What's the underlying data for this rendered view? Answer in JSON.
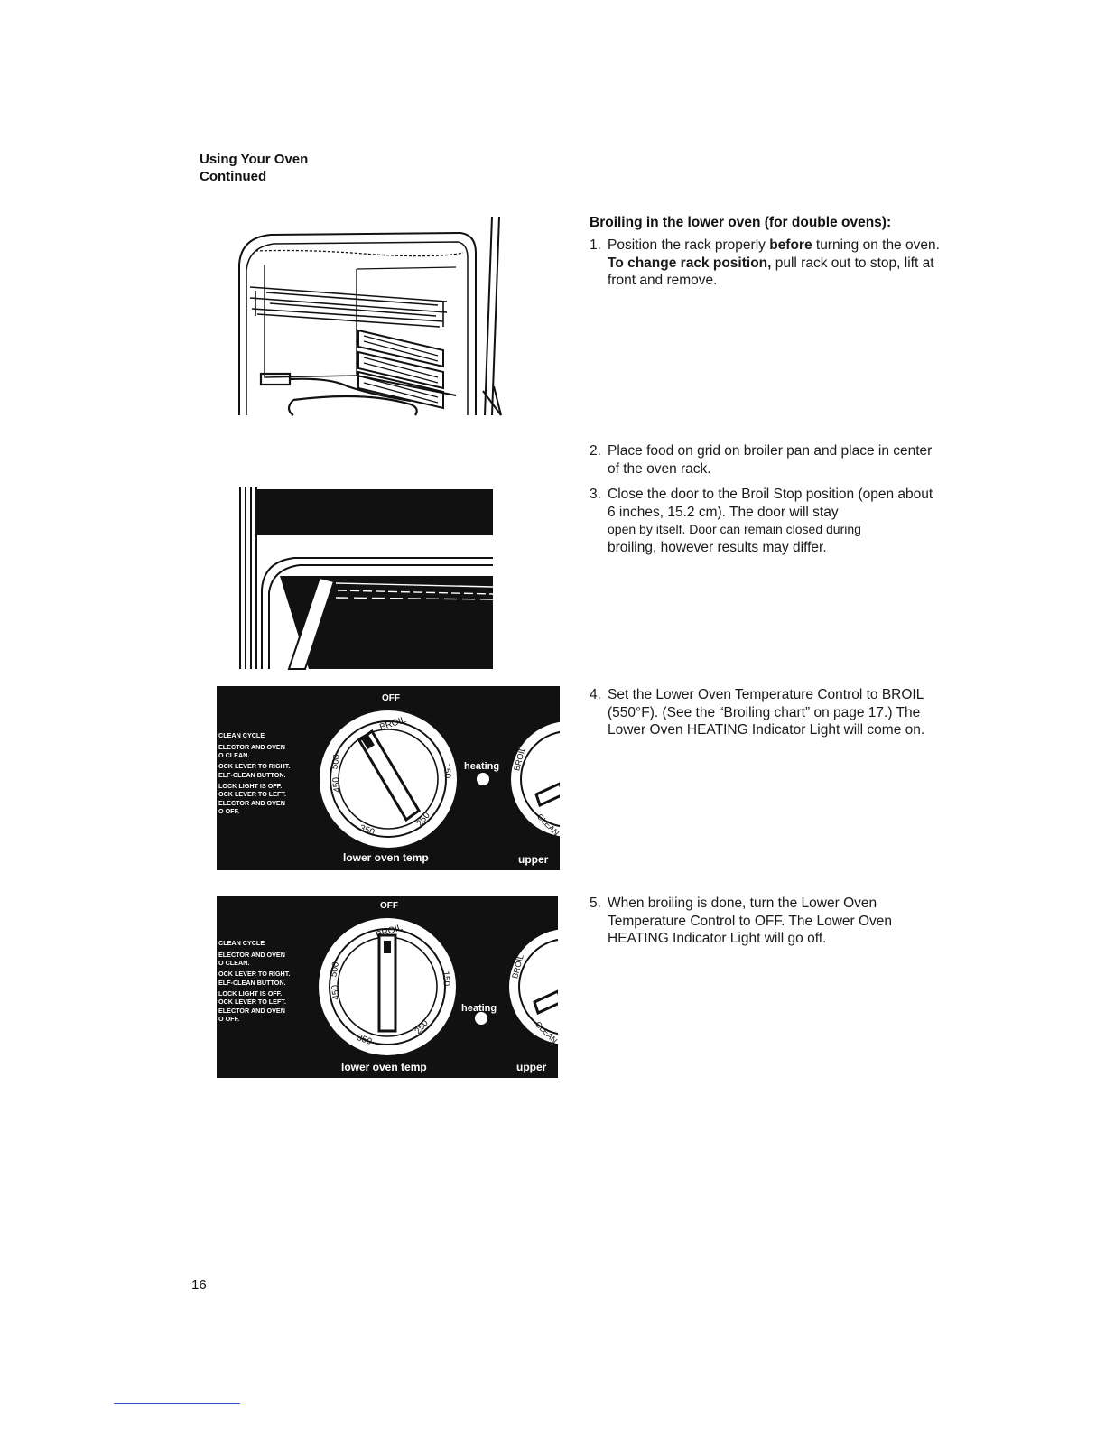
{
  "header": {
    "title_line1": "Using Your Oven",
    "title_line2": "Continued"
  },
  "section": {
    "title": "Broiling in the lower oven (for double ovens):"
  },
  "steps": [
    {
      "number": "1.",
      "text_a": "Position the rack properly ",
      "bold_a": "before",
      "text_b": " turning on the oven. ",
      "bold_b": "To change rack position,",
      "text_c": " pull rack out to stop, lift at front and remove."
    },
    {
      "number": "2.",
      "text": "Place food on grid on broiler pan and place in center of the oven rack."
    },
    {
      "number": "3.",
      "text": "Close the door to the Broil Stop position (open about 6 inches, 15.2 cm). The door will stay",
      "text_small": "open by itself. Door can remain closed during",
      "text_end": "broiling, however results may differ."
    },
    {
      "number": "4.",
      "text": "Set the Lower Oven Temperature Control to BROIL (550°F). (See the “Broiling chart” on page 17.) The Lower Oven HEATING Indicator Light will come on."
    },
    {
      "number": "5.",
      "text": "When broiling is done, turn the Lower Oven Temperature Control to OFF. The Lower Oven HEATING Indicator Light will go off."
    }
  ],
  "control_panel": {
    "off_label": "OFF",
    "heating_label": "heating",
    "lower_label": "lower oven temp",
    "upper_label": "upper",
    "dial_broil": "BROIL",
    "dial_500": "500",
    "dial_450": "450",
    "dial_350": "350",
    "dial_250": "250",
    "dial_150": "150",
    "upper_broil": "BROIL",
    "upper_clean": "CLEAN",
    "instructions": [
      "CLEAN CYCLE",
      "ELECTOR AND OVEN",
      "O CLEAN.",
      "OCK LEVER TO RIGHT.",
      "ELF-CLEAN BUTTON.",
      "LOCK LIGHT IS OFF.",
      "OCK LEVER TO LEFT.",
      "ELECTOR AND OVEN",
      "O OFF."
    ]
  },
  "footer": {
    "page_number": "16"
  }
}
